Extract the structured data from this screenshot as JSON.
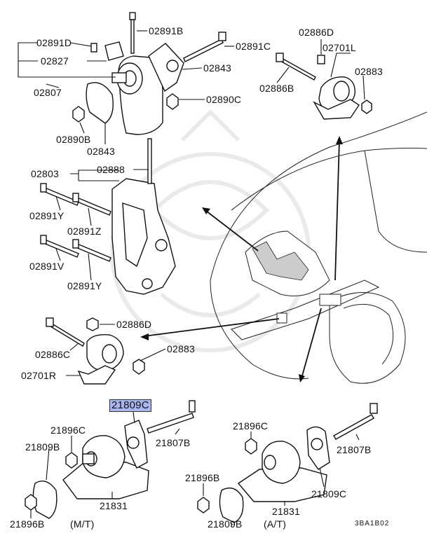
{
  "labels": {
    "l02891D": "02891D",
    "l02891B": "02891B",
    "l02891C": "02891C",
    "l02827": "02827",
    "l02843a": "02843",
    "l02807": "02807",
    "l02890C": "02890C",
    "l02890B": "02890B",
    "l02843b": "02843",
    "l02886D_top": "02886D",
    "l02701L": "02701L",
    "l02883_top": "02883",
    "l02886B": "02886B",
    "l02803": "02803",
    "l02888": "02888",
    "l02891Y_a": "02891Y",
    "l02891Z": "02891Z",
    "l02891V": "02891V",
    "l02891Y_b": "02891Y",
    "l02886D_mid": "02886D",
    "l02886C": "02886C",
    "l02883_mid": "02883",
    "l02701R": "02701R",
    "l21809C_hl": "21809C",
    "l21807B_mt": "21807B",
    "l21896C_mt": "21896C",
    "l21809B_mt": "21809B",
    "l21831_mt": "21831",
    "l21896B_mt": "21896B",
    "lMT": "(M/T)",
    "l21896C_at": "21896C",
    "l21807B_at": "21807B",
    "l21896B_at": "21896B",
    "l21809C_at": "21809C",
    "l21831_at": "21831",
    "l21809B_at": "21809B",
    "lAT": "(A/T)",
    "lCode": "3BA1B02"
  }
}
